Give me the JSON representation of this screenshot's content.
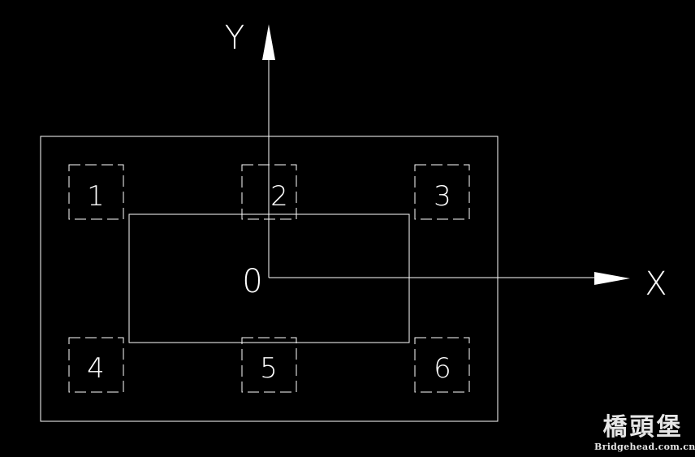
{
  "diagram": {
    "axes": {
      "x_label": "X",
      "y_label": "Y",
      "origin_label": "0"
    },
    "piles": [
      {
        "label": "1"
      },
      {
        "label": "2"
      },
      {
        "label": "3"
      },
      {
        "label": "4"
      },
      {
        "label": "5"
      },
      {
        "label": "6"
      }
    ]
  },
  "watermark": {
    "logo_text": "橋頭堡",
    "url": "Bridgehead.com.cn"
  },
  "colors": {
    "background": "#000000",
    "line": "#ffffff"
  }
}
